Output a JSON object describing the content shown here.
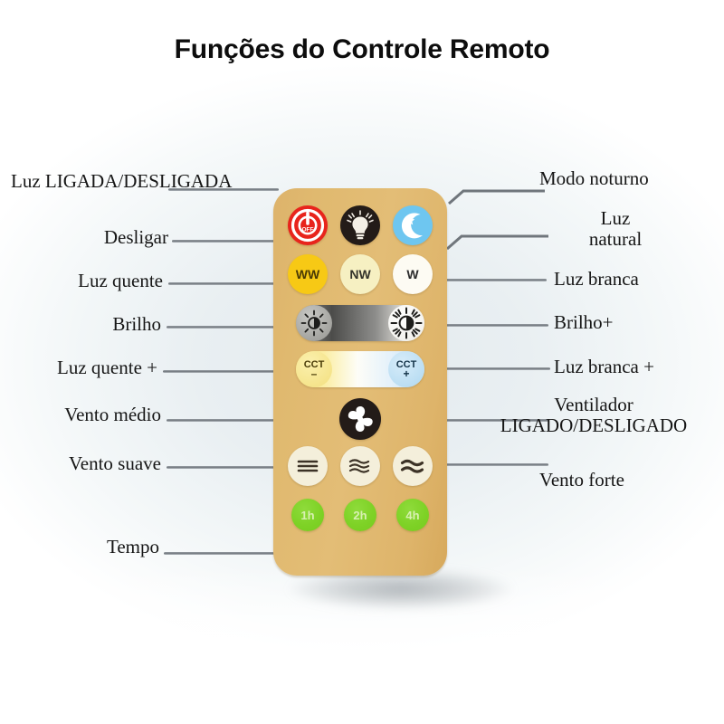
{
  "page": {
    "title": "Funções do Controle Remoto",
    "background_color": "#eef3f5",
    "accent_color": "#e0b96f"
  },
  "remote": {
    "body_color": "#e0b96f",
    "rows": [
      {
        "row": "power-light-night",
        "buttons": [
          {
            "name": "power-off-button",
            "label": "OFF",
            "icon": "power-icon",
            "color": "#e8241c"
          },
          {
            "name": "light-on-button",
            "label": "",
            "icon": "bulb-icon",
            "color": "#231b18"
          },
          {
            "name": "night-mode-button",
            "label": "",
            "icon": "moon-star-icon",
            "color": "#6ec6f0"
          }
        ]
      },
      {
        "row": "color-temperature-presets",
        "buttons": [
          {
            "name": "warm-white-button",
            "label": "WW",
            "color": "#f7c915"
          },
          {
            "name": "natural-white-button",
            "label": "NW",
            "color": "#f6f0c2"
          },
          {
            "name": "white-button",
            "label": "W",
            "color": "#fdfbf3"
          }
        ]
      },
      {
        "row": "brightness-slider",
        "buttons": [
          {
            "name": "brightness-down-button",
            "label": "",
            "icon": "sun-dim-icon"
          },
          {
            "name": "brightness-up-button",
            "label": "",
            "icon": "sun-bright-icon"
          }
        ]
      },
      {
        "row": "cct-slider",
        "buttons": [
          {
            "name": "cct-minus-button",
            "label": "CCT",
            "sign": "–",
            "color": "#f6e691"
          },
          {
            "name": "cct-plus-button",
            "label": "CCT",
            "sign": "+",
            "color": "#bfe0f4"
          }
        ]
      },
      {
        "row": "fan-power",
        "buttons": [
          {
            "name": "fan-power-button",
            "label": "",
            "icon": "fan-icon",
            "color": "#231b18"
          }
        ]
      },
      {
        "row": "wind-speed",
        "buttons": [
          {
            "name": "wind-low-button",
            "label": "",
            "icon": "straight-lines-icon",
            "color": "#f4efdb"
          },
          {
            "name": "wind-medium-button",
            "label": "",
            "icon": "wavy-lines-thin-icon",
            "color": "#f4efdb"
          },
          {
            "name": "wind-strong-button",
            "label": "",
            "icon": "wavy-lines-thick-icon",
            "color": "#f4efdb"
          }
        ]
      },
      {
        "row": "timer",
        "buttons": [
          {
            "name": "timer-1h-button",
            "label": "1h",
            "color": "#7ed226"
          },
          {
            "name": "timer-2h-button",
            "label": "2h",
            "color": "#7ed226"
          },
          {
            "name": "timer-4h-button",
            "label": "4h",
            "color": "#7ed226"
          }
        ]
      }
    ]
  },
  "callouts": {
    "left": [
      {
        "name": "callout-light-on-off",
        "text": "Luz LIGADA/DESLIGADA"
      },
      {
        "name": "callout-turn-off",
        "text": "Desligar"
      },
      {
        "name": "callout-warm-light",
        "text": "Luz quente"
      },
      {
        "name": "callout-brightness",
        "text": "Brilho"
      },
      {
        "name": "callout-warm-light-plus",
        "text": "Luz quente +"
      },
      {
        "name": "callout-medium-wind",
        "text": "Vento médio"
      },
      {
        "name": "callout-soft-wind",
        "text": "Vento suave"
      },
      {
        "name": "callout-timer",
        "text": "Tempo"
      }
    ],
    "right": [
      {
        "name": "callout-night-mode",
        "text": "Modo noturno"
      },
      {
        "name": "callout-natural-light",
        "text": "Luz\nnatural"
      },
      {
        "name": "callout-white-light",
        "text": "Luz branca"
      },
      {
        "name": "callout-brightness-plus",
        "text": "Brilho+"
      },
      {
        "name": "callout-white-light-plus",
        "text": "Luz branca +"
      },
      {
        "name": "callout-fan-on-off",
        "text": "Ventilador\nLIGADO/DESLIGADO"
      },
      {
        "name": "callout-strong-wind",
        "text": "Vento forte"
      }
    ]
  }
}
